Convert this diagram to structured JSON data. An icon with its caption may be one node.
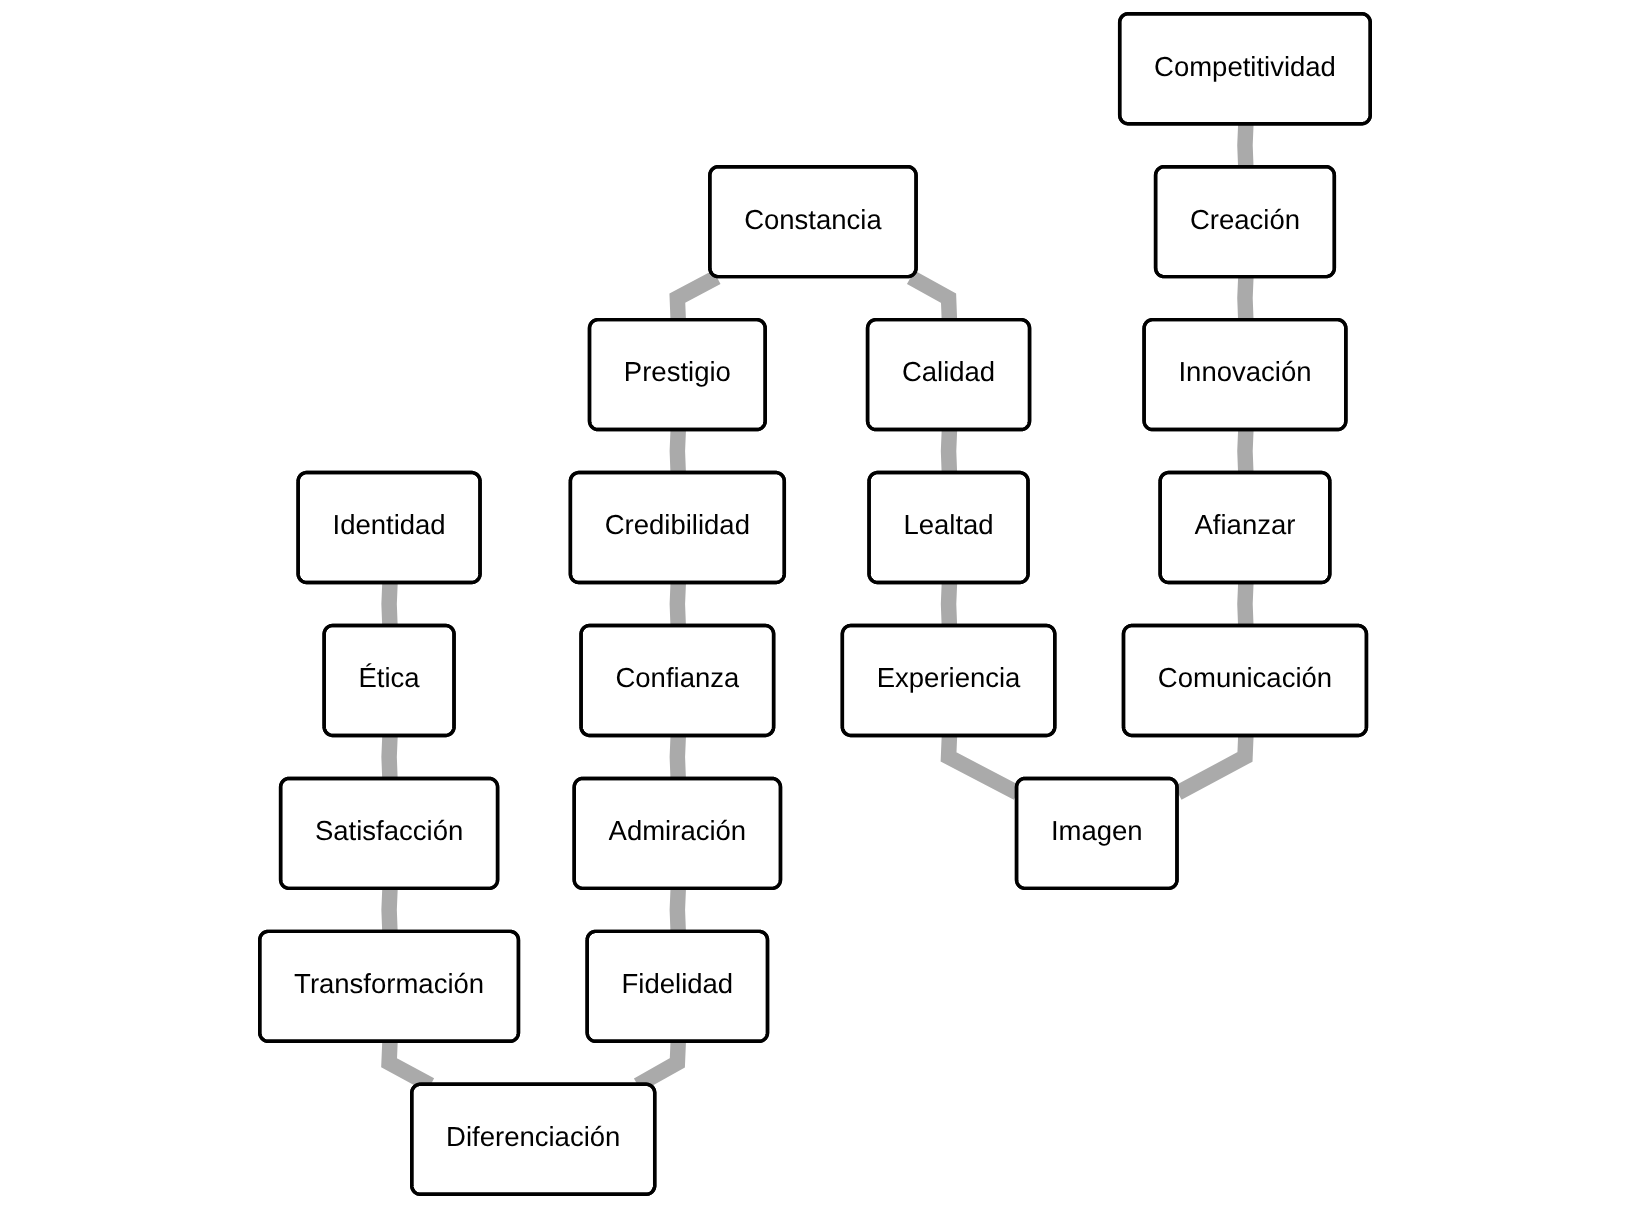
{
  "diagram": {
    "nodes": [
      {
        "text": [
          "Competitividad"
        ]
      },
      {
        "text": [
          "Constancia"
        ]
      },
      {
        "text": [
          "Prestigio"
        ]
      },
      {
        "text": [
          "Identidad"
        ]
      },
      {
        "text": [
          "Creación"
        ]
      },
      {
        "text": [
          "Calidad"
        ]
      },
      {
        "text": [
          "Credibilidad"
        ]
      },
      {
        "text": [
          "Ética"
        ]
      },
      {
        "text": [
          "Innovación"
        ]
      },
      {
        "text": [
          "Lealtad"
        ]
      },
      {
        "text": [
          "Confianza"
        ]
      },
      {
        "text": [
          "Satisfacción"
        ]
      },
      {
        "text": [
          "Afianzar"
        ]
      },
      {
        "text": [
          "Experiencia"
        ]
      },
      {
        "text": [
          "Admiración"
        ]
      },
      {
        "text": [
          "Transformación"
        ]
      },
      {
        "text": [
          "Comunicación"
        ]
      },
      {
        "text": [
          "Imagen"
        ]
      },
      {
        "text": [
          "Fidelidad"
        ]
      },
      {
        "text": [
          "Diferenciación"
        ]
      }
    ],
    "edges": [
      {
        "from": 0,
        "to": 4,
        "arrow": "none"
      },
      {
        "from": 4,
        "to": 8,
        "arrow": "none"
      },
      {
        "from": 8,
        "to": 12,
        "arrow": "none"
      },
      {
        "from": 12,
        "to": 16,
        "arrow": "none"
      },
      {
        "from": 16,
        "to": 17,
        "arrow": "none"
      },
      {
        "from": 13,
        "to": 17,
        "arrow": "none"
      },
      {
        "from": 9,
        "to": 13,
        "arrow": "none"
      },
      {
        "from": 5,
        "to": 9,
        "arrow": "none"
      },
      {
        "from": 1,
        "to": 5,
        "arrow": "none"
      },
      {
        "from": 1,
        "to": 2,
        "arrow": "none"
      },
      {
        "from": 2,
        "to": 6,
        "arrow": "none"
      },
      {
        "from": 6,
        "to": 10,
        "arrow": "none"
      },
      {
        "from": 10,
        "to": 14,
        "arrow": "none"
      },
      {
        "from": 14,
        "to": 18,
        "arrow": "none"
      },
      {
        "from": 18,
        "to": 19,
        "arrow": "none"
      },
      {
        "from": 15,
        "to": 19,
        "arrow": "none"
      },
      {
        "from": 11,
        "to": 15,
        "arrow": "none"
      },
      {
        "from": 7,
        "to": 11,
        "arrow": "none"
      },
      {
        "from": 3,
        "to": 7,
        "arrow": "none"
      }
    ]
  }
}
